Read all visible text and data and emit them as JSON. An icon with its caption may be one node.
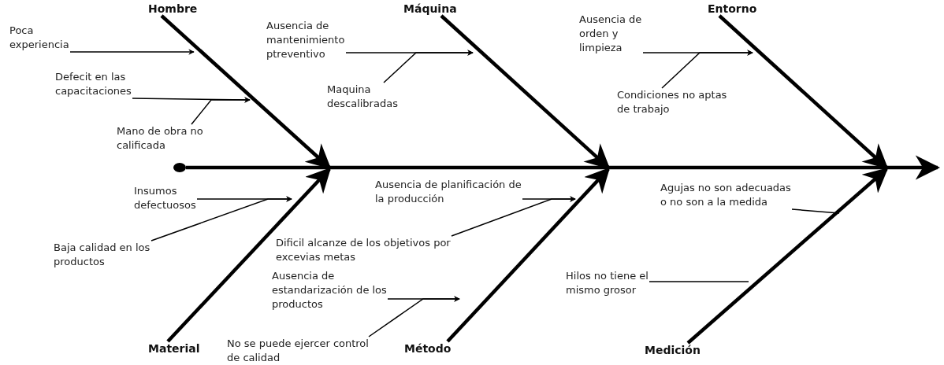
{
  "diagram": {
    "nodes": [
      {
        "text": [
          "Hombre"
        ]
      },
      {
        "text": [
          "Poca experiencia"
        ]
      },
      {
        "text": [
          "Defecit en las capacitaciones"
        ]
      },
      {
        "text": [
          "Mano de obra no calificada"
        ]
      },
      {
        "text": [
          "Máquina"
        ]
      },
      {
        "text": [
          "Ausencia de mantenimiento ptreventivo"
        ]
      },
      {
        "text": [
          "Maquina descalibradas"
        ]
      },
      {
        "text": [
          "Entorno"
        ]
      },
      {
        "text": [
          "Ausencia de orden y limpieza"
        ]
      },
      {
        "text": [
          "Condiciones no aptas de trabajo"
        ]
      },
      {
        "text": [],
        "shape": "circle"
      },
      {
        "text": [
          "Insumos defectuosos"
        ]
      },
      {
        "text": [
          "Baja calidad en los productos"
        ]
      },
      {
        "text": [
          "Ausencia de planificación de la producción"
        ]
      },
      {
        "text": [
          "Dificil alcanze de los objetivos por excevias metas"
        ]
      },
      {
        "text": [
          "Ausencia de estandarización de los productos"
        ]
      },
      {
        "text": [
          "No se puede ejercer control de calidad"
        ]
      },
      {
        "text": [
          "Agujas no son adecuadas o no son a la medida"
        ]
      },
      {
        "text": [
          "Hilos no tiene el mismo grosor"
        ]
      },
      {
        "text": [
          "Material"
        ]
      },
      {
        "text": [
          "Método"
        ]
      },
      {
        "text": [
          "Medición"
        ]
      }
    ],
    "edges": [
      {
        "from": 10,
        "to": null,
        "arrow": "to",
        "style": "thick"
      },
      {
        "from": 0,
        "to": null,
        "arrow": "to",
        "style": "thick"
      },
      {
        "from": 4,
        "to": null,
        "arrow": "to",
        "style": "thick"
      },
      {
        "from": 7,
        "to": null,
        "arrow": "to",
        "style": "thick"
      },
      {
        "from": 19,
        "to": null,
        "arrow": "to",
        "style": "thick"
      },
      {
        "from": 20,
        "to": null,
        "arrow": "to",
        "style": "thick"
      },
      {
        "from": 21,
        "to": null,
        "arrow": "to",
        "style": "thick"
      },
      {
        "from": 1,
        "to": null,
        "arrow": "to"
      },
      {
        "from": 2,
        "to": null,
        "arrow": "to"
      },
      {
        "from": 3,
        "to": null,
        "arrow": "to"
      },
      {
        "from": 5,
        "to": null,
        "arrow": "to"
      },
      {
        "from": 6,
        "to": null,
        "arrow": "to"
      },
      {
        "from": 8,
        "to": null,
        "arrow": "to"
      },
      {
        "from": 9,
        "to": null,
        "arrow": "to"
      },
      {
        "from": 11,
        "to": null,
        "arrow": "to"
      },
      {
        "from": 12,
        "to": null,
        "arrow": "to"
      },
      {
        "from": 13,
        "to": null,
        "arrow": "to"
      },
      {
        "from": 14,
        "to": null,
        "arrow": "to"
      },
      {
        "from": 15,
        "to": null,
        "arrow": "to"
      },
      {
        "from": 16,
        "to": null,
        "arrow": "to"
      },
      {
        "from": 17,
        "to": null,
        "arrow": "none"
      },
      {
        "from": 18,
        "to": null,
        "arrow": "none"
      }
    ]
  }
}
